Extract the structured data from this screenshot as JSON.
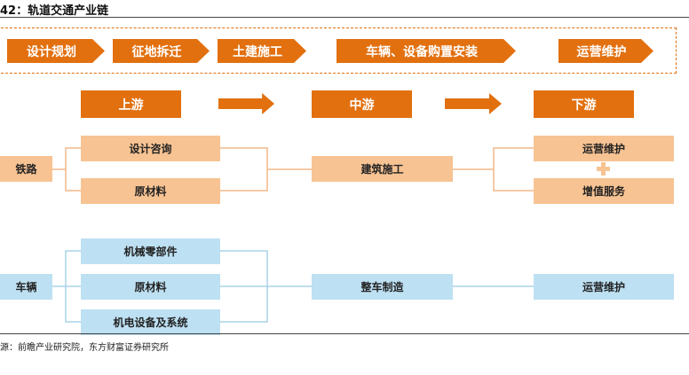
{
  "title": "42：轨道交通产业链",
  "stages": [
    "设计规划",
    "征地拆迁",
    "土建施工",
    "车辆、设备购置安装",
    "运营维护"
  ],
  "headers": {
    "upstream": "上游",
    "midstream": "中游",
    "downstream": "下游"
  },
  "railway": {
    "label": "铁路",
    "upstream": [
      "设计咨询",
      "原材料"
    ],
    "midstream": "建筑施工",
    "downstream": [
      "运营维护",
      "增值服务"
    ]
  },
  "vehicle": {
    "label": "车辆",
    "upstream": [
      "机械零部件",
      "原材料",
      "机电设备及系统"
    ],
    "midstream": "整车制造",
    "downstream": "运营维护"
  },
  "source": "源：前瞻产业研究院，东方财富证券研究所",
  "colors": {
    "orange": "#e2700f",
    "peach": "#f7c393",
    "light_blue": "#bde0f2",
    "railway_line": "#f0b98a",
    "vehicle_line": "#a9d3ea"
  },
  "icons": [
    "plus-icon",
    "right-arrow-icon"
  ]
}
